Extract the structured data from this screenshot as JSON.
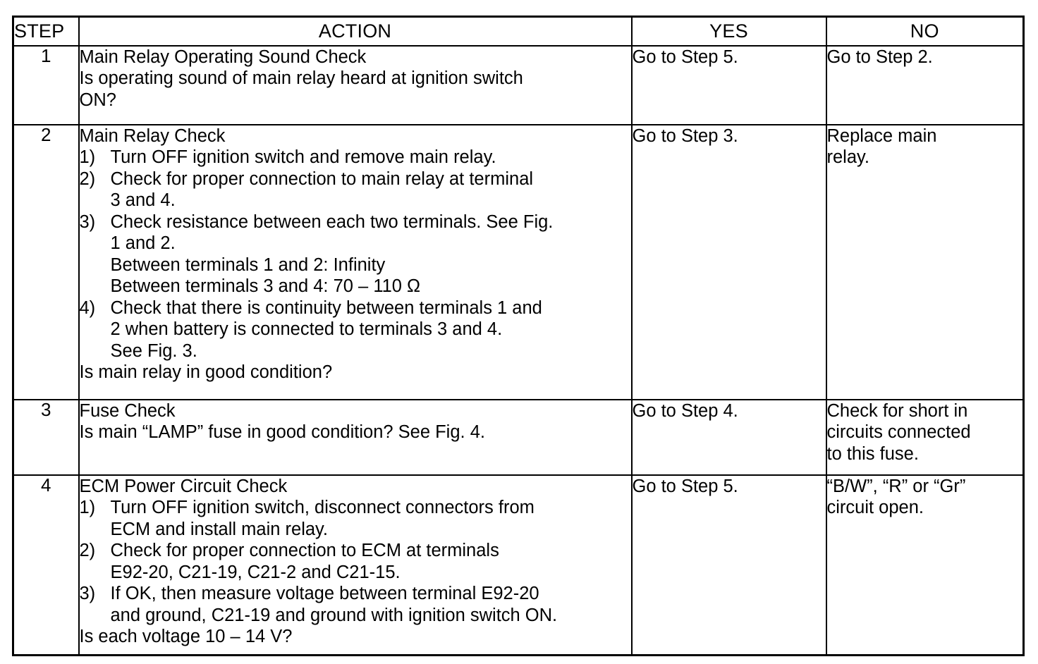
{
  "document": {
    "type": "diagnostic-flow-table",
    "columns": [
      "STEP",
      "ACTION",
      "YES",
      "NO"
    ]
  },
  "header": {
    "step": "STEP",
    "action": "ACTION",
    "yes": "YES",
    "no": "NO"
  },
  "rows": [
    {
      "step": "1",
      "action": {
        "title": "Main Relay Operating Sound Check",
        "lines": [
          "Is operating sound of main relay heard at ignition switch",
          "ON?"
        ]
      },
      "yes": "Go to Step 5.",
      "no": "Go to Step 2."
    },
    {
      "step": "2",
      "action": {
        "title": "Main Relay Check",
        "item1_marker": "1)",
        "item1_text": "Turn OFF ignition switch and remove main relay.",
        "item2_marker": "2)",
        "item2_text": "Check for proper connection to main relay at terminal",
        "item2_cont": "3 and 4.",
        "item3_marker": "3)",
        "item3_text": "Check resistance between each two terminals. See Fig.",
        "item3_cont1": "1 and 2.",
        "item3_cont2": "Between terminals 1 and 2: Infinity",
        "item3_cont3": "Between terminals 3 and 4: 70 – 110 Ω",
        "item4_marker": "4)",
        "item4_text": "Check that there is continuity between terminals 1 and",
        "item4_cont1": "2 when battery is connected to terminals 3 and 4.",
        "item4_cont2": "See Fig. 3.",
        "question": "Is main relay in good condition?"
      },
      "yes": "Go to Step 3.",
      "no_line1": "Replace main",
      "no_line2": "relay."
    },
    {
      "step": "3",
      "action": {
        "title": "Fuse Check",
        "lines": [
          "Is main “LAMP” fuse in good condition? See Fig. 4."
        ]
      },
      "yes": "Go to Step 4.",
      "no_line1": "Check for short in",
      "no_line2": "circuits connected",
      "no_line3": "to this fuse."
    },
    {
      "step": "4",
      "action": {
        "title": "ECM Power Circuit Check",
        "item1_marker": "1)",
        "item1_text": "Turn OFF ignition switch, disconnect connectors from",
        "item1_cont": "ECM and install main relay.",
        "item2_marker": "2)",
        "item2_text": "Check for proper connection to ECM at terminals",
        "item2_cont": "E92-20, C21-19, C21-2 and C21-15.",
        "item3_marker": "3)",
        "item3_text": "If OK, then measure voltage between terminal E92-20",
        "item3_cont": "and ground, C21-19 and ground with ignition switch ON.",
        "question": "Is each voltage 10 – 14 V?"
      },
      "yes": "Go to Step 5.",
      "no_line1": "“B/W”, “R” or “Gr”",
      "no_line2": "circuit open."
    }
  ]
}
